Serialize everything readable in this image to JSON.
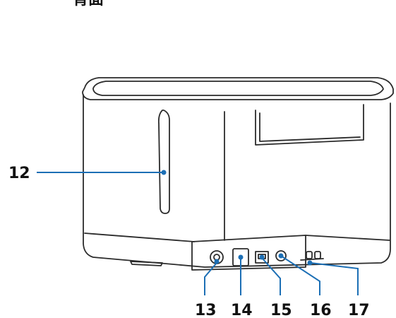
{
  "heading": "背面",
  "colors": {
    "outline": "#2b2b2b",
    "leader": "#1c6fb5",
    "text": "#111111"
  },
  "callouts": [
    {
      "number": "12",
      "target": "air-vent"
    },
    {
      "number": "13",
      "target": "dc-in-port"
    },
    {
      "number": "14",
      "target": "usb-port"
    },
    {
      "number": "15",
      "target": "lan-port"
    },
    {
      "number": "16",
      "target": "audio-port"
    },
    {
      "number": "17",
      "target": "security-slot"
    }
  ]
}
